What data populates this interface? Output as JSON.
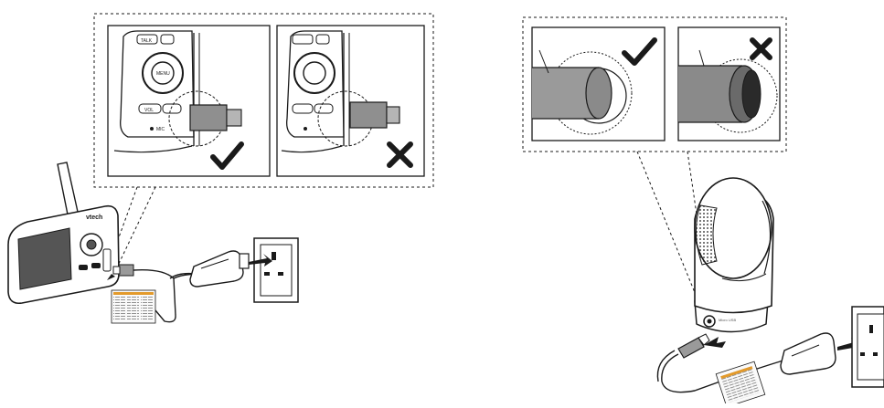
{
  "monitor": {
    "brand_text": "vtech",
    "talk_label": "TALK",
    "menu_label": "MENU",
    "vol_label": "VOL",
    "mic_label": "MIC"
  },
  "camera": {
    "port_label": "Micro USB"
  },
  "insets": {
    "correct_mark": "✓",
    "incorrect_mark": "✕"
  },
  "colors": {
    "line": "#1a1a1a",
    "plug_gray": "#9a9a9a",
    "dark_gray": "#555555",
    "warning_orange": "#e39a2b"
  }
}
